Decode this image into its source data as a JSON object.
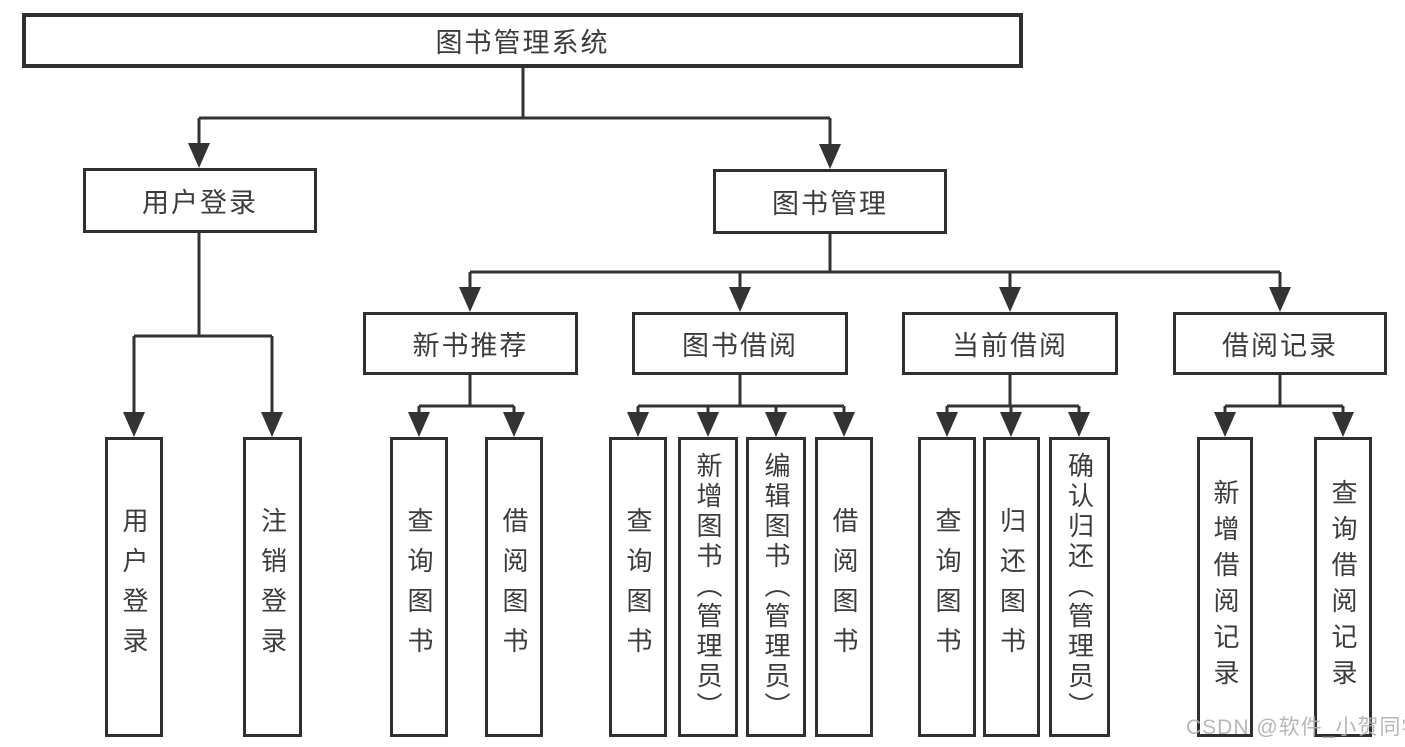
{
  "diagram": {
    "title": "图书管理系统",
    "nodes": {
      "root": "图书管理系统",
      "user_login": "用户登录",
      "book_mgmt": "图书管理",
      "new_book_rec": "新书推荐",
      "book_borrow": "图书借阅",
      "current_borrow": "当前借阅",
      "borrow_records": "借阅记录",
      "leaf_user_login": "用户登录",
      "leaf_logout": "注销登录",
      "leaf_nbr_query": "查询图书",
      "leaf_nbr_borrow": "借阅图书",
      "leaf_bb_query": "查询图书",
      "leaf_bb_add": "新增图书（管理员）",
      "leaf_bb_edit": "编辑图书（管理员）",
      "leaf_bb_borrow": "借阅图书",
      "leaf_cb_query": "查询图书",
      "leaf_cb_return": "归还图书",
      "leaf_cb_confirm": "确认归还（管理员）",
      "leaf_br_add": "新增借阅记录",
      "leaf_br_query": "查询借阅记录"
    }
  },
  "watermark": "CSDN @软件_小贺同学",
  "colors": {
    "line": "#333333",
    "box_border": "#2f2f2f",
    "text": "#3c3c3c",
    "background": "#ffffff",
    "watermark": "#b0b0b0"
  }
}
